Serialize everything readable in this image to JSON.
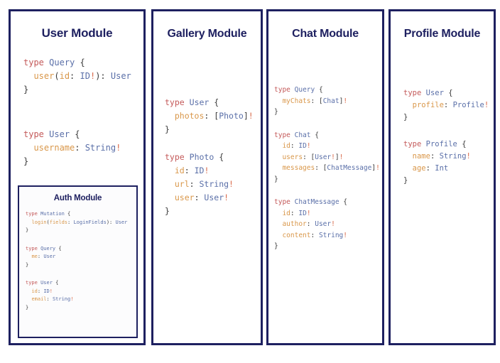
{
  "diagram": {
    "type": "graphql-schema-modules",
    "background_color": "#ffffff",
    "border_color": "#1e2060",
    "title_color": "#1e2060",
    "syntax_colors": {
      "keyword": "#c45a5a",
      "type_name": "#5a6fa8",
      "field_name": "#d9974a",
      "punctuation": "#3a3a3a",
      "non_null_bang": "#d96a4a"
    },
    "panels": [
      {
        "id": "user",
        "title": "User Module",
        "blocks": [
          "type Query {\n  user(id: ID!): User\n}",
          "type User {\n  username: String!\n}"
        ],
        "nested": {
          "id": "auth",
          "title": "Auth Module",
          "blocks": [
            "type Mutation {\n  login(fields: LoginFields): User\n}",
            "type Query {\n  me: User\n}",
            "type User {\n  id: ID!\n  email: String!\n}"
          ]
        }
      },
      {
        "id": "gallery",
        "title": "Gallery Module",
        "blocks": [
          "type User {\n  photos: [Photo]!\n}",
          "type Photo {\n  id: ID!\n  url: String!\n  user: User!\n}"
        ]
      },
      {
        "id": "chat",
        "title": "Chat Module",
        "blocks": [
          "type Query {\n  myChats: [Chat]!\n}",
          "type Chat {\n  id: ID!\n  users: [User!]!\n  messages: [ChatMessage]!\n}",
          "type ChatMessage {\n  id: ID!\n  author: User!\n  content: String!\n}"
        ]
      },
      {
        "id": "profile",
        "title": "Profile Module",
        "blocks": [
          "type User {\n  profile: Profile!\n}",
          "type Profile {\n  name: String!\n  age: Int\n}"
        ]
      }
    ]
  }
}
